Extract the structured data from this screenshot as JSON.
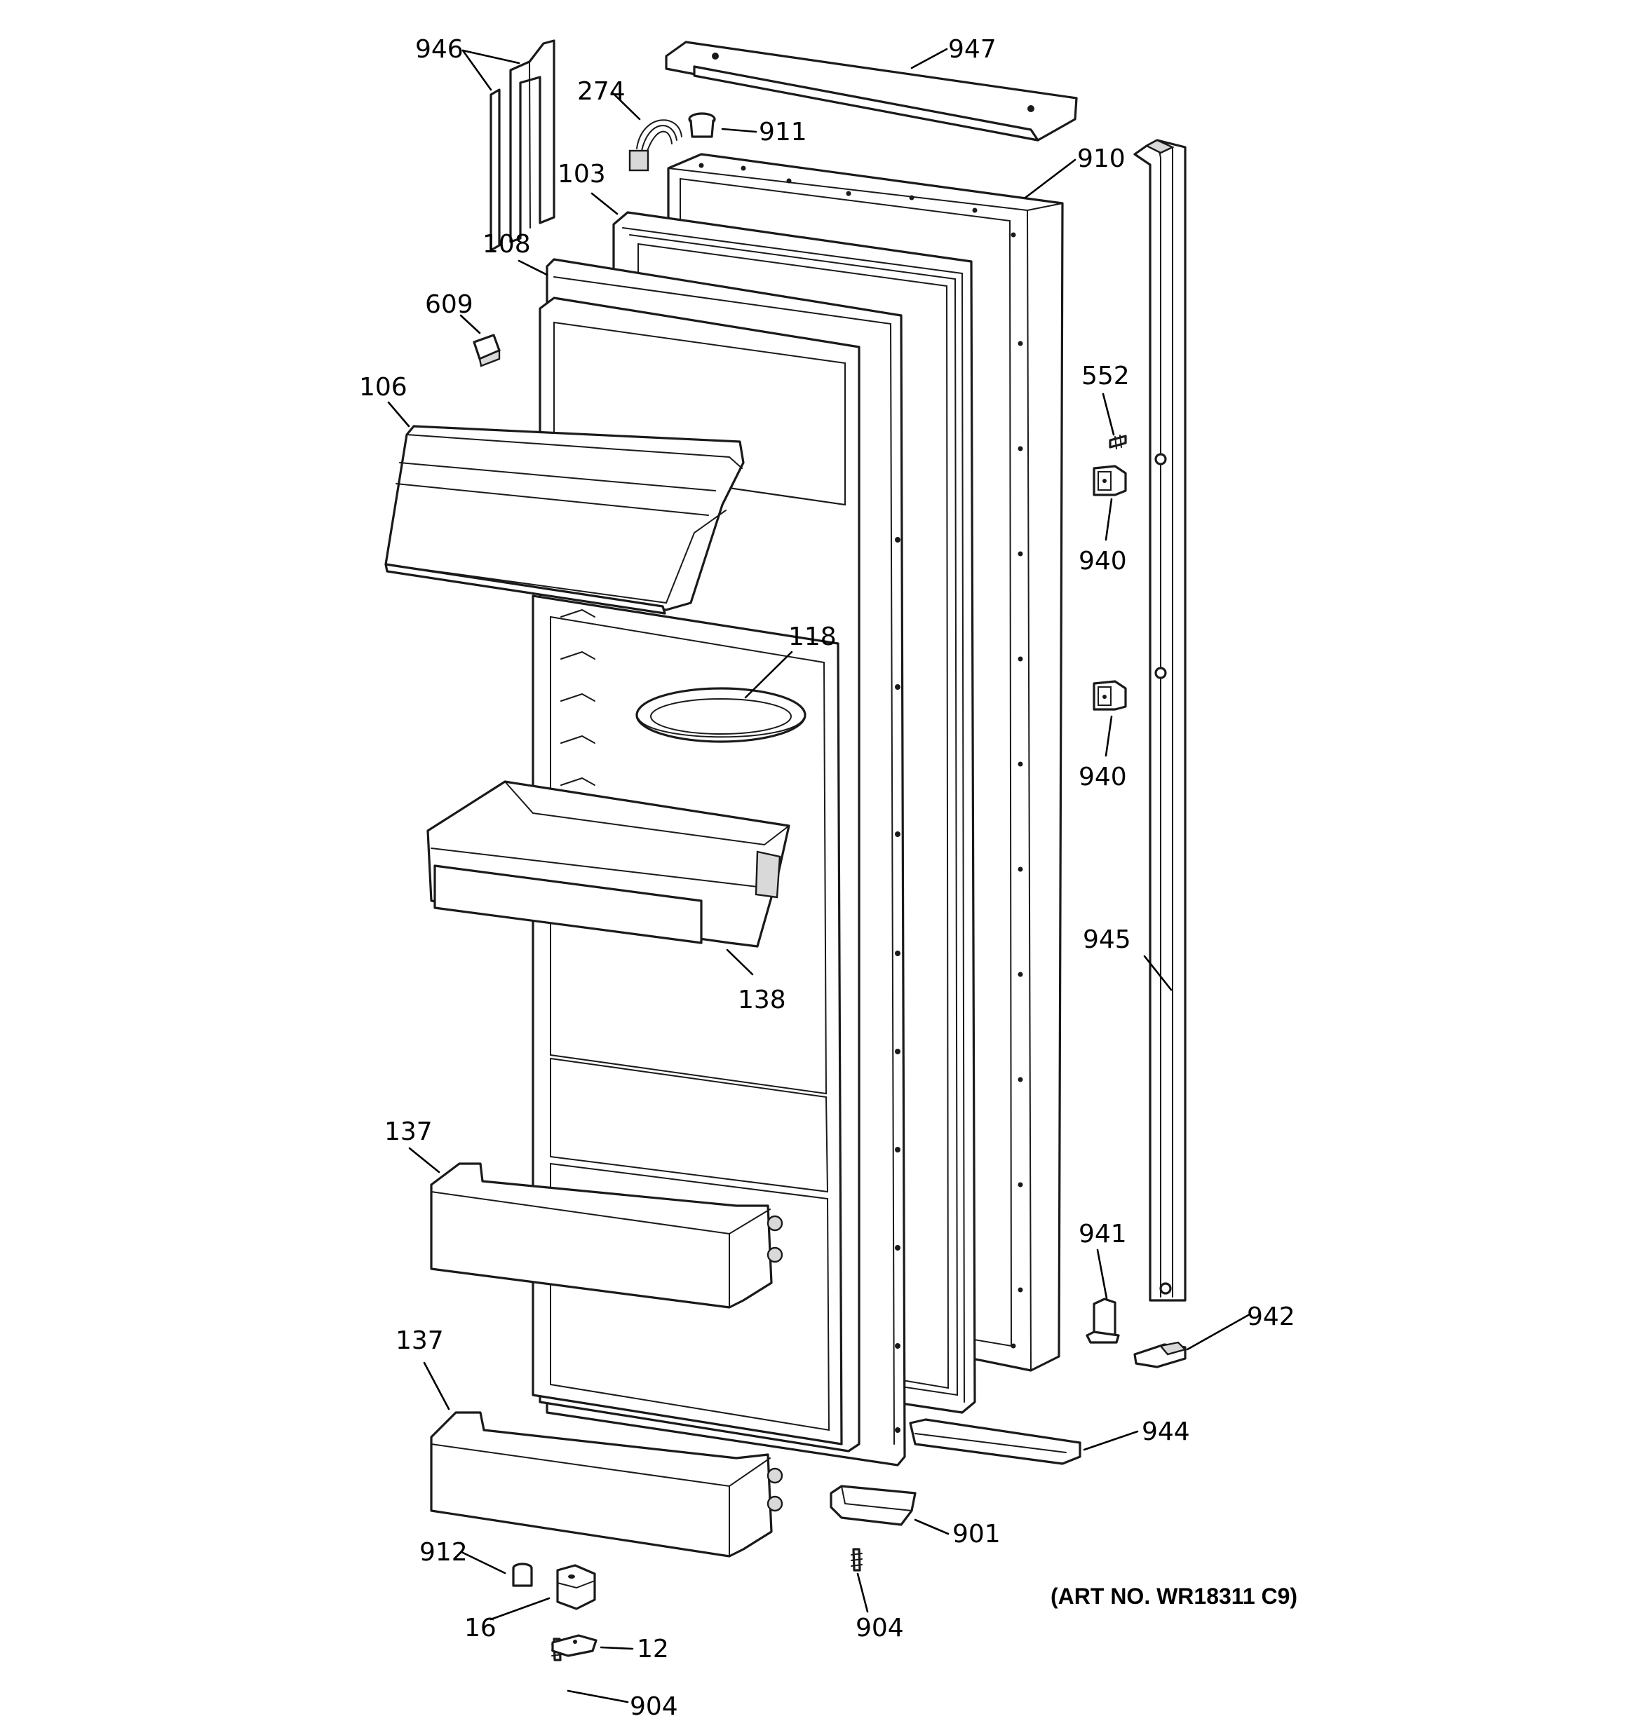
{
  "diagram": {
    "art_number": "(ART NO. WR18311 C9)",
    "callouts": {
      "c946": "946",
      "c947": "947",
      "c274": "274",
      "c911": "911",
      "c910": "910",
      "c103": "103",
      "c108": "108",
      "c609": "609",
      "c106": "106",
      "c552": "552",
      "c940a": "940",
      "c940b": "940",
      "c118": "118",
      "c945": "945",
      "c138": "138",
      "c137a": "137",
      "c941": "941",
      "c942": "942",
      "c137b": "137",
      "c944": "944",
      "c901": "901",
      "c912": "912",
      "c904a": "904",
      "c16": "16",
      "c12": "12",
      "c904b": "904"
    }
  }
}
